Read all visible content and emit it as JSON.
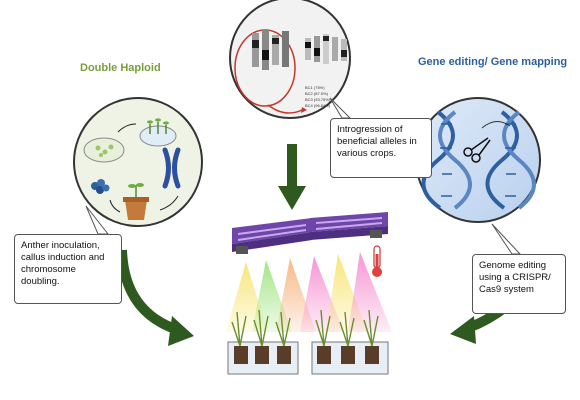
{
  "titles": {
    "left": "Double Haploid",
    "right": "Gene editing/ Gene mapping"
  },
  "callouts": {
    "top": [
      "Introgression of",
      "beneficial alleles in",
      "various crops."
    ],
    "left": [
      "Anther inoculation,",
      "callus induction and",
      "chromosome",
      "doubling."
    ],
    "right": [
      "Genome editing",
      "using a CRISPR/",
      "Cas9 system"
    ]
  },
  "backcross_labels": [
    "BC1 (75%)",
    "BC2 (87.5%)",
    "BC3 (93.75%)",
    "BC4 (96.84%)"
  ],
  "colors": {
    "left_title": "#7a9e3a",
    "right_title": "#2e5fa0",
    "arrow": "#2e5a1f",
    "led_bar": "#7d4fb0"
  },
  "icons": [
    "petri-dish-icon",
    "chromosome-icon",
    "seedling-pot-icon",
    "dna-helix-icon",
    "scissors-icon",
    "thermometer-icon",
    "led-grow-light-icon",
    "plant-pots-icon"
  ]
}
